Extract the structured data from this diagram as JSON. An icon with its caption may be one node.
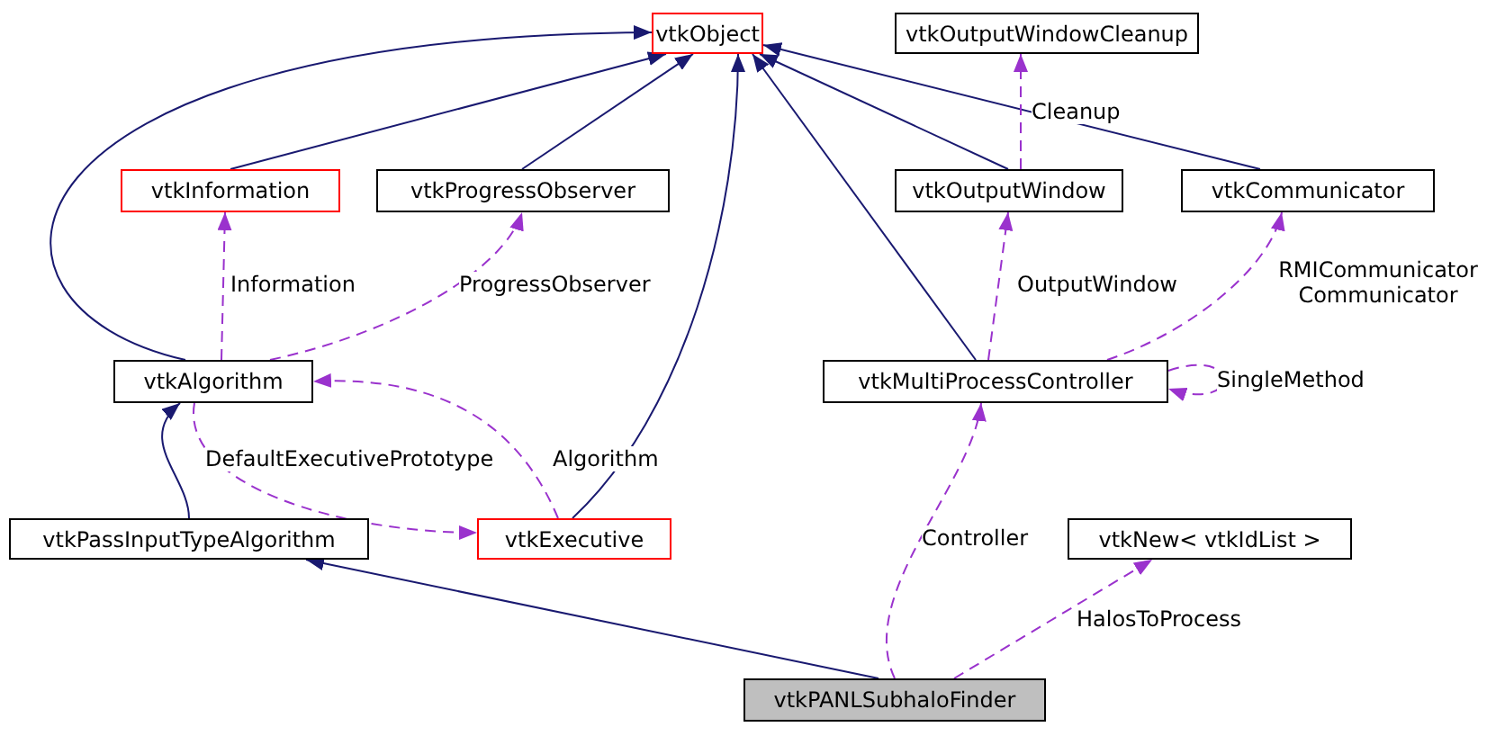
{
  "diagram": {
    "nodes": [
      {
        "text": [
          "vtkObject"
        ]
      },
      {
        "text": [
          "vtkOutputWindowCleanup"
        ]
      },
      {
        "text": [
          "vtkInformation"
        ]
      },
      {
        "text": [
          "vtkProgressObserver"
        ]
      },
      {
        "text": [
          "vtkOutputWindow"
        ]
      },
      {
        "text": [
          "vtkCommunicator"
        ]
      },
      {
        "text": [
          "vtkAlgorithm"
        ]
      },
      {
        "text": [
          "vtkMultiProcessController"
        ]
      },
      {
        "text": [
          "vtkPassInputTypeAlgorithm"
        ]
      },
      {
        "text": [
          "vtkExecutive"
        ]
      },
      {
        "text": [
          "vtkNew< vtkIdList >"
        ]
      },
      {
        "text": [
          "vtkPANLSubhaloFinder"
        ]
      }
    ],
    "edges": [
      {
        "from": 2,
        "to": 0,
        "arrow": "to",
        "color": "#191970"
      },
      {
        "from": 3,
        "to": 0,
        "arrow": "to",
        "color": "#191970"
      },
      {
        "from": 6,
        "to": 0,
        "arrow": "to",
        "color": "#191970"
      },
      {
        "from": 9,
        "to": 0,
        "arrow": "to",
        "color": "#191970"
      },
      {
        "from": 7,
        "to": 0,
        "arrow": "to",
        "color": "#191970"
      },
      {
        "from": 4,
        "to": 0,
        "arrow": "to",
        "color": "#191970"
      },
      {
        "from": 5,
        "to": 0,
        "arrow": "to",
        "color": "#191970"
      },
      {
        "from": 4,
        "to": 1,
        "arrow": "to",
        "label": "Cleanup",
        "style": "dashed",
        "color": "#9a32cd"
      },
      {
        "from": 6,
        "to": 2,
        "arrow": "to",
        "label": "Information",
        "style": "dashed",
        "color": "#9a32cd"
      },
      {
        "from": 6,
        "to": 3,
        "arrow": "to",
        "label": "ProgressObserver",
        "style": "dashed",
        "color": "#9a32cd"
      },
      {
        "from": 6,
        "to": 9,
        "arrow": "to",
        "label": "DefaultExecutivePrototype",
        "style": "dashed",
        "color": "#9a32cd"
      },
      {
        "from": 9,
        "to": 6,
        "arrow": "to",
        "label": "Algorithm",
        "style": "dashed",
        "color": "#9a32cd"
      },
      {
        "from": 7,
        "to": 4,
        "arrow": "to",
        "label": "OutputWindow",
        "style": "dashed",
        "color": "#9a32cd"
      },
      {
        "from": 7,
        "to": 5,
        "arrow": "to",
        "label": "RMICommunicator Communicator",
        "style": "dashed",
        "color": "#9a32cd"
      },
      {
        "from": 7,
        "to": 7,
        "arrow": "to",
        "label": "SingleMethod",
        "style": "dashed",
        "color": "#9a32cd"
      },
      {
        "from": 8,
        "to": 6,
        "arrow": "to",
        "color": "#191970"
      },
      {
        "from": 11,
        "to": 8,
        "arrow": "to",
        "color": "#191970"
      },
      {
        "from": 11,
        "to": 7,
        "arrow": "to",
        "label": "Controller",
        "style": "dashed",
        "color": "#9a32cd"
      },
      {
        "from": 11,
        "to": 10,
        "arrow": "to",
        "label": "HalosToProcess",
        "style": "dashed",
        "color": "#9a32cd"
      }
    ]
  }
}
